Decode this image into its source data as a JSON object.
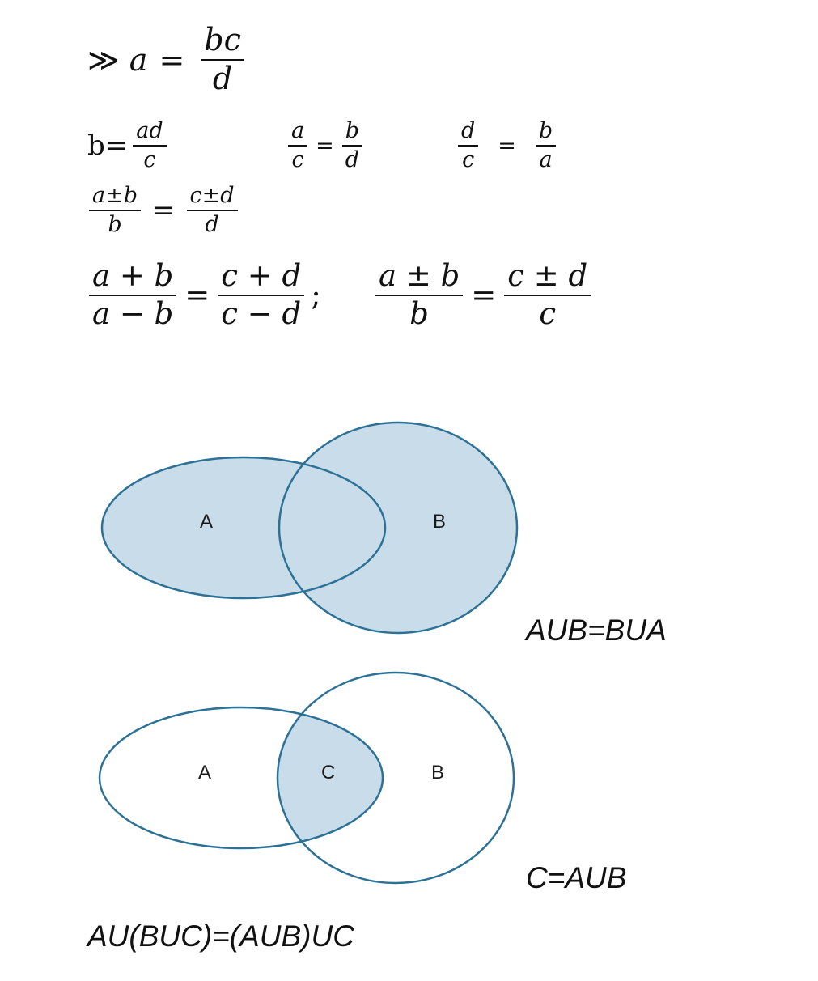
{
  "formulas": {
    "f1": {
      "lead": "≫",
      "lhs": "a",
      "eq": "=",
      "num": "bc",
      "den": "d"
    },
    "f2": {
      "lhs": "b",
      "eq": "=",
      "num": "ad",
      "den": "c"
    },
    "f3": {
      "l_num": "a",
      "l_den": "c",
      "eq": "=",
      "r_num": "b",
      "r_den": "d"
    },
    "f4": {
      "l_num": "d",
      "l_den": "c",
      "eq": "=",
      "r_num": "b",
      "r_den": "a"
    },
    "f5": {
      "l_num": "a±b",
      "l_den": "b",
      "eq": "=",
      "r_num": "c±d",
      "r_den": "d"
    },
    "f6": {
      "l_num": "a + b",
      "l_den": "a − b",
      "eq": "=",
      "r_num": "c + d",
      "r_den": "c − d",
      "sep": ";"
    },
    "f7": {
      "l_num": "a ± b",
      "l_den": "b",
      "eq": "=",
      "r_num": "c ± d",
      "r_den": "c"
    }
  },
  "diagram1": {
    "label_a": "A",
    "label_b": "B",
    "caption": "AUB=BUA"
  },
  "diagram2": {
    "label_a": "A",
    "label_c": "C",
    "label_b": "B",
    "caption": "C=AUB"
  },
  "bottom_caption": "AU(BUC)=(AUB)UC",
  "colors": {
    "stroke": "#2c7196",
    "fill": "#c9dcea",
    "text": "#111111"
  }
}
